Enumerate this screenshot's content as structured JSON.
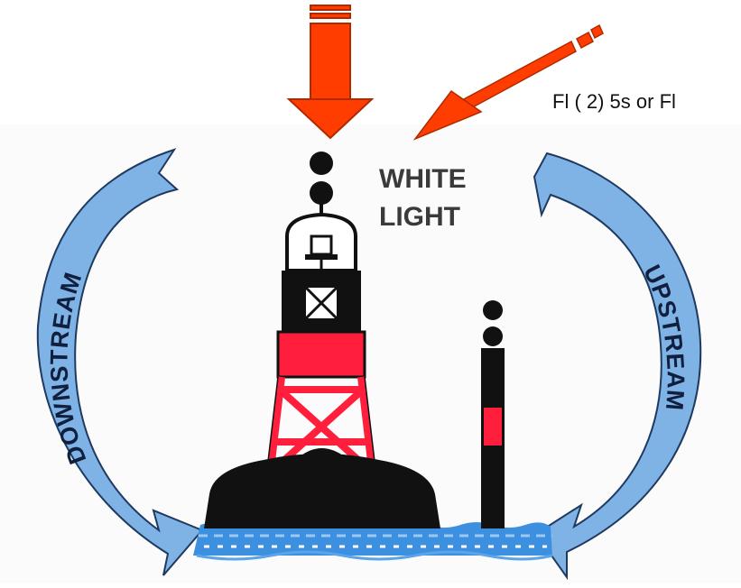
{
  "light_characteristic": "Fl ( 2) 5s or Fl",
  "beacon_label": {
    "line1": "WHITE",
    "line2": "LIGHT"
  },
  "flow_labels": {
    "downstream": "DOWNSTREAM",
    "upstream": "UPSTREAM"
  },
  "colors": {
    "arrow_red": "#ff3d00",
    "flow_blue": "#7fb2e5",
    "beacon_red": "#ff1e3c",
    "beacon_black": "#111111",
    "water_blue": "#3d8fe0"
  },
  "icons": [
    "down-arrow-icon",
    "diagonal-arrow-icon",
    "curved-arrow-icon",
    "daymark-ball-icon"
  ]
}
